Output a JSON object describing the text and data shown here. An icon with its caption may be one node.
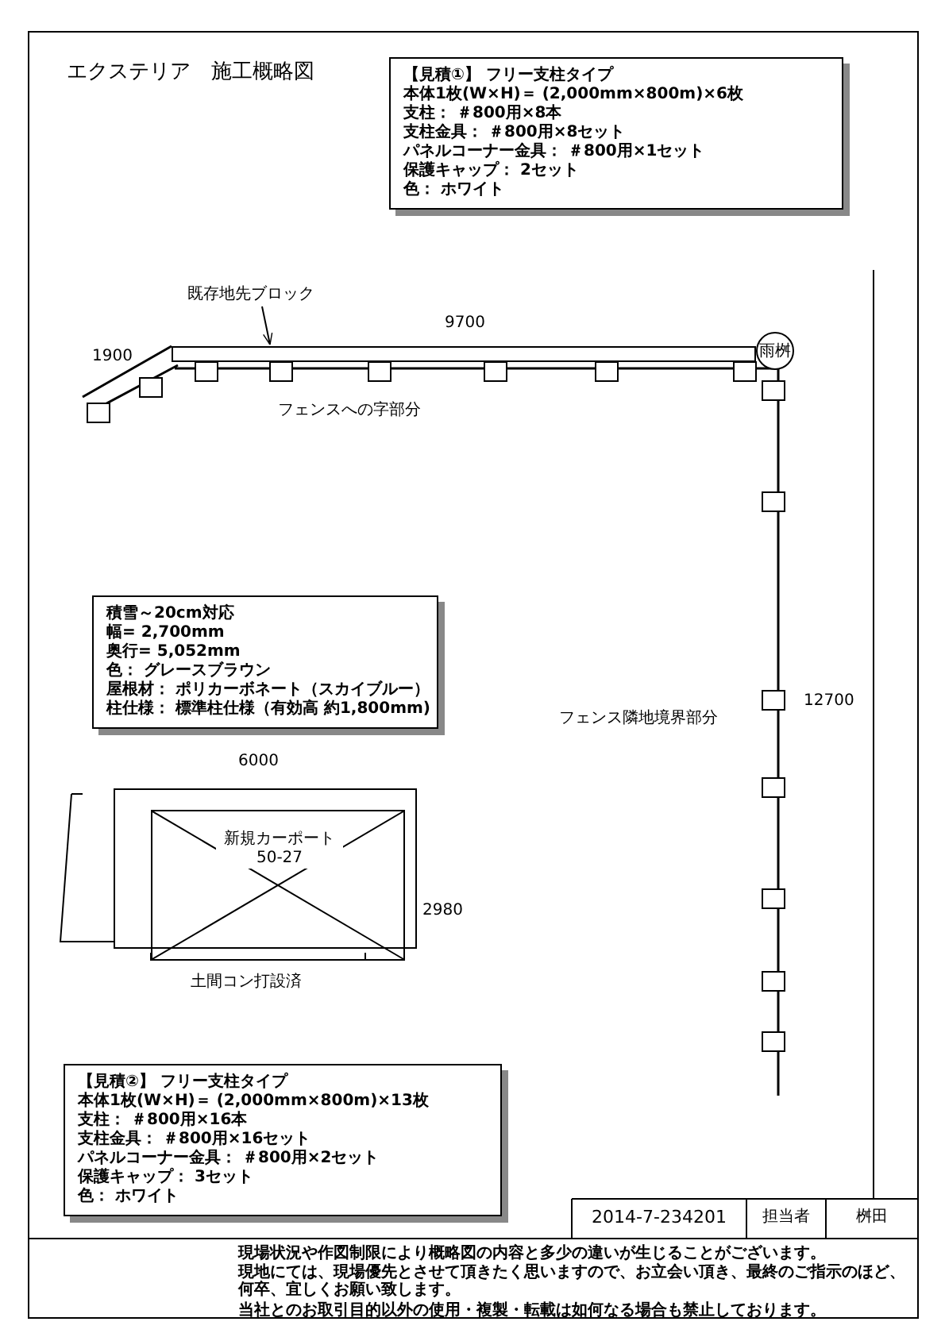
{
  "diagram": {
    "title": "エクステリア　施工概略図",
    "nodes": [
      {
        "text": [
          "【見積①】 フリー支柱タイプ",
          "本体1枚(W×H)＝ (2,000mm×800m)×6枚",
          "支柱： ＃800用×8本",
          "支柱金具： ＃800用×8セット",
          "パネルコーナー金具： ＃800用×1セット",
          "保護キャップ： 2セット",
          "色： ホワイト"
        ]
      },
      {
        "text": [
          "既存地先ブロック"
        ]
      },
      {
        "text": [],
        "shape": "bar"
      },
      {
        "text": [
          "雨桝"
        ]
      },
      {
        "text": [
          "積雪～20cm対応",
          "幅= 2,700mm",
          "奥行= 5,052mm",
          "色： グレースブラウン",
          "屋根材： ポリカーボネート（スカイブルー）",
          "柱仕様： 標準柱仕様（有効高 約1,800mm)"
        ]
      },
      {
        "text": [
          "新規カーポート 50-27"
        ]
      },
      {
        "text": [
          "【見積②】 フリー支柱タイプ",
          "本体1枚(W×H)＝ (2,000mm×800m)×13枚",
          "支柱： ＃800用×16本",
          "支柱金具： ＃800用×16セット",
          "パネルコーナー金具： ＃800用×2セット",
          "保護キャップ： 3セット",
          "色： ホワイト"
        ]
      }
    ],
    "edges": [
      {
        "from": 1,
        "to": 2,
        "arrow": "to"
      }
    ],
    "labels": [
      "9700",
      "1900",
      "フェンスへの字部分",
      "12700",
      "フェンス隣地境界部分",
      "6000",
      "2980",
      "土間コン打設済",
      "2014-7-234201",
      "担当者",
      "桝田",
      "現場状況や作図制限により概略図の内容と多少の違いが生じることがございます。",
      "現地にては、現場優先とさせて頂きたく思いますので、お立会い頂き、最終のご指示のほど、何卒、宜しくお願い致します。",
      "当社とのお取引目的以外の使用・複製・転載は如何なる場合も禁止しております。"
    ]
  }
}
